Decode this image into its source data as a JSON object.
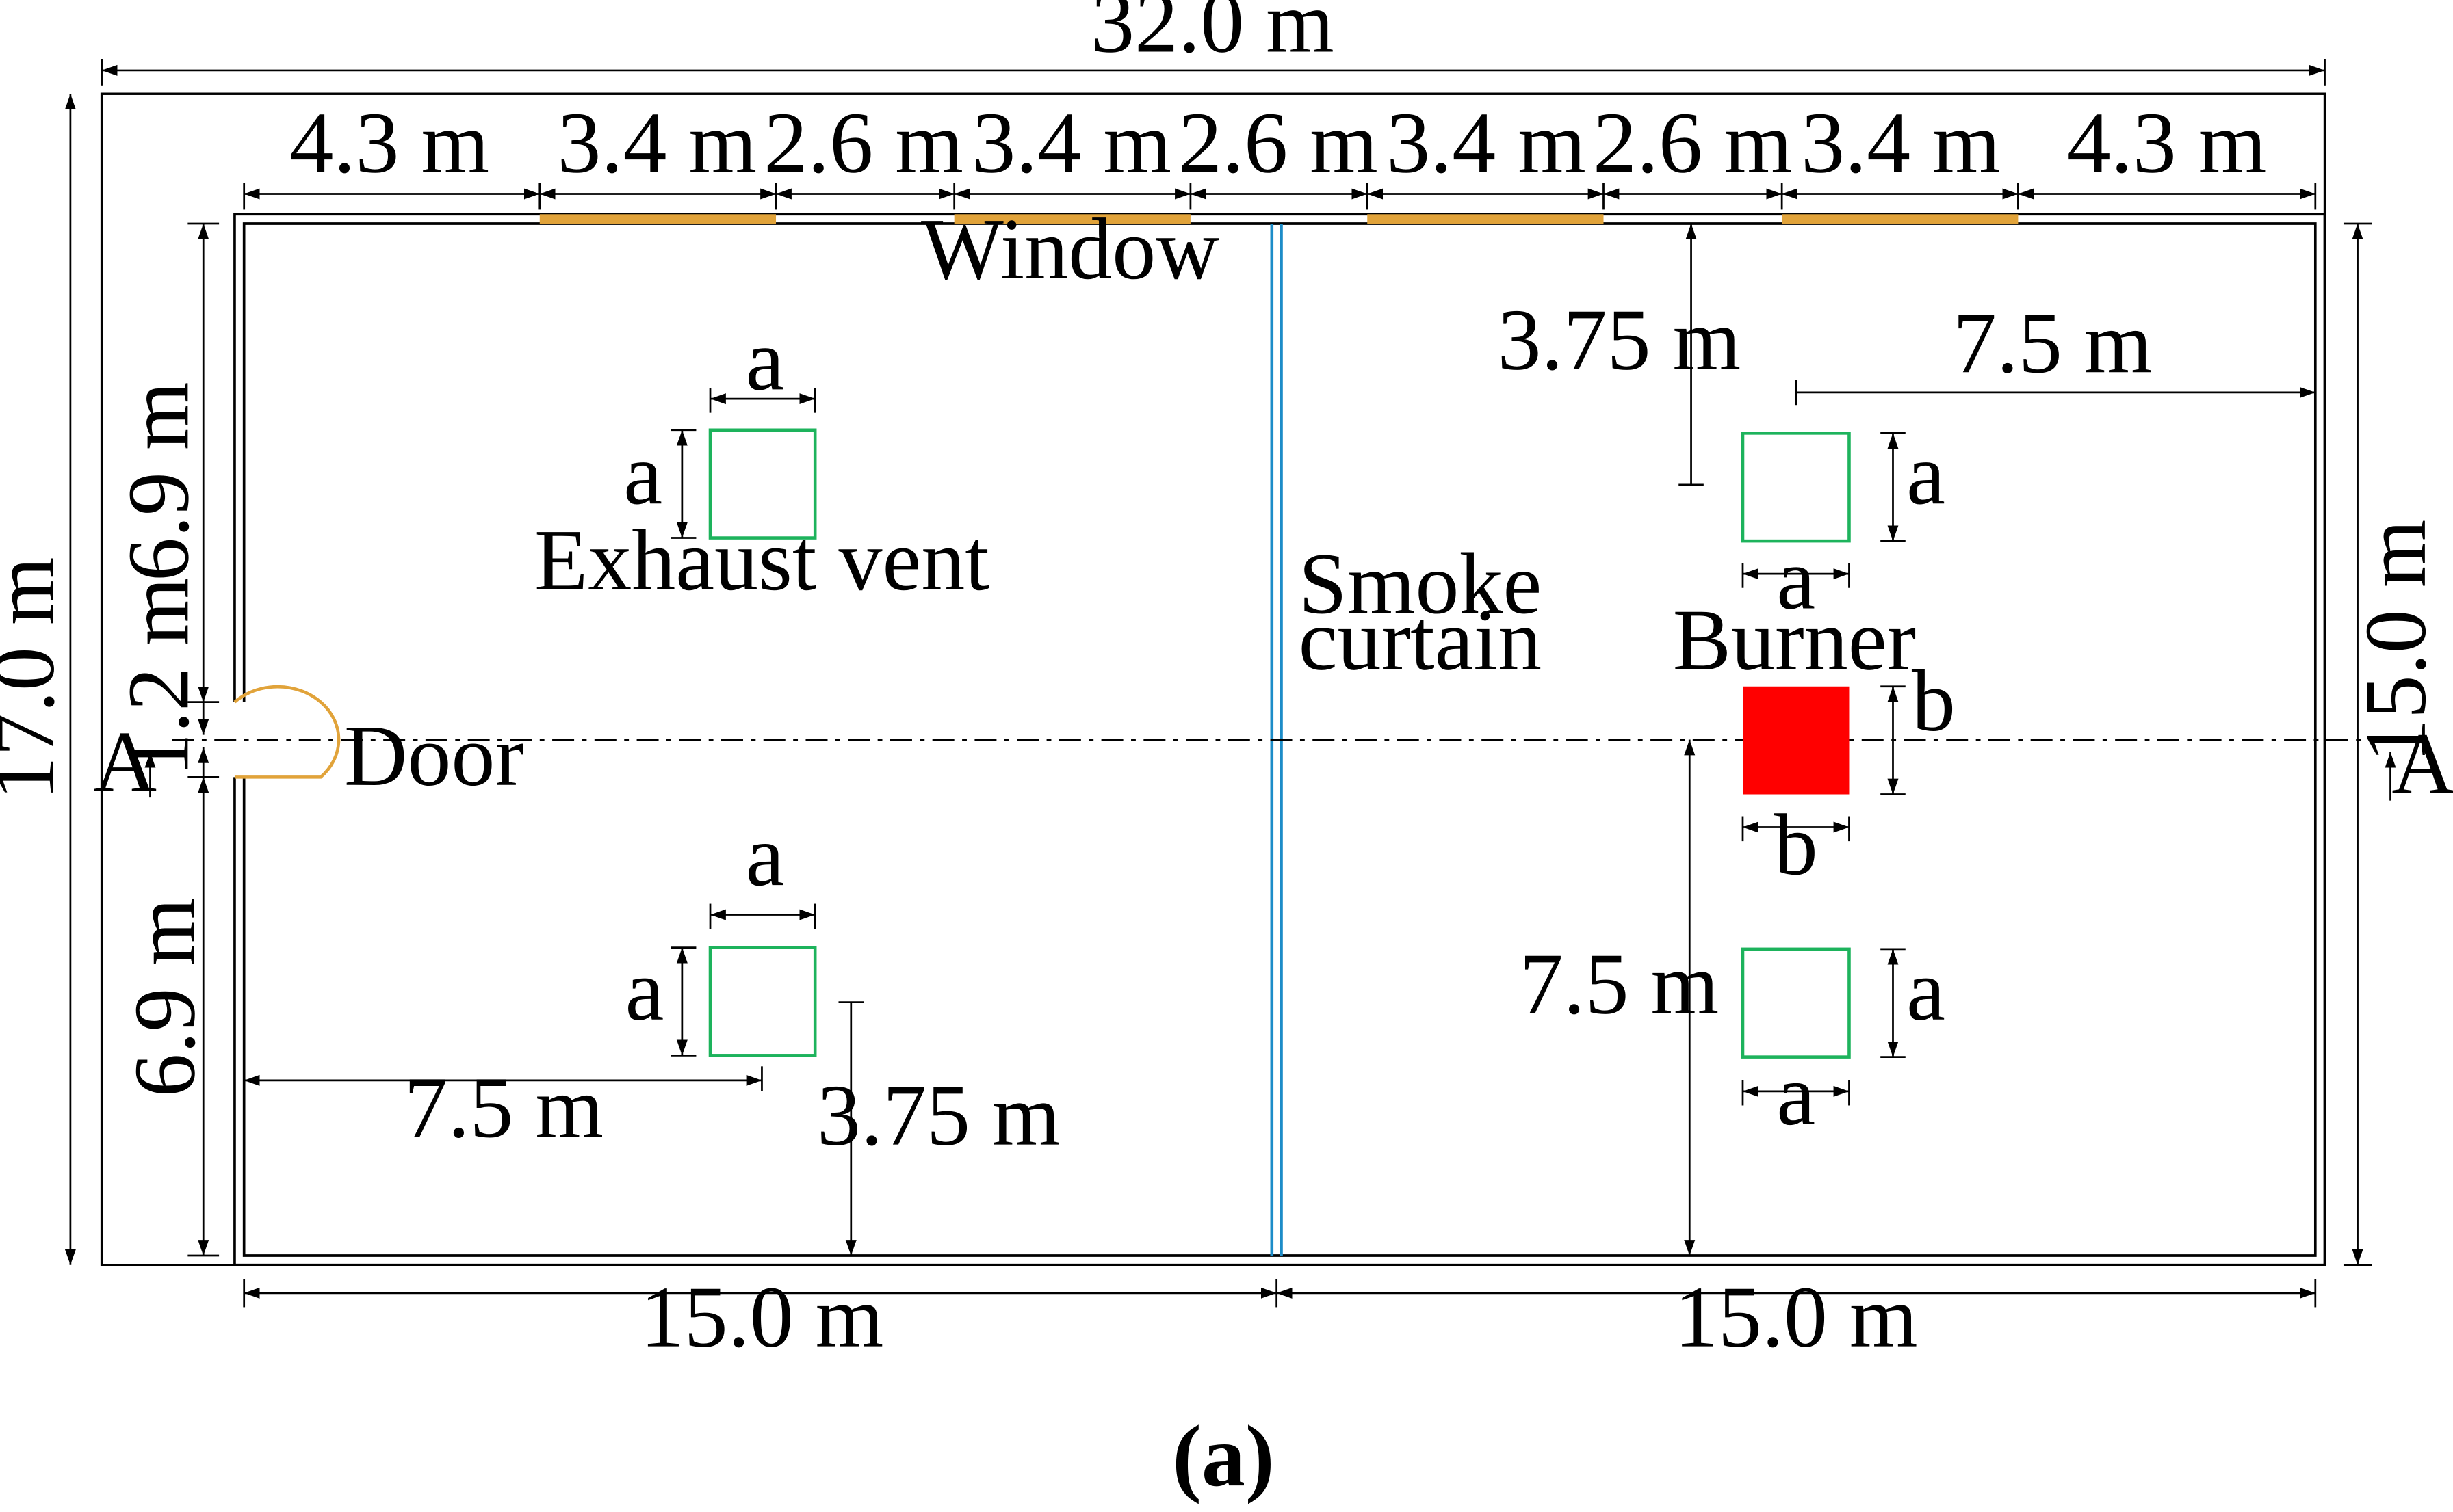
{
  "colors": {
    "wall": "#000000",
    "window": "#E1A33A",
    "door": "#E1A33A",
    "smoke_curtain": "#1C8CC8",
    "exhaust_vent": "#1DB35C",
    "burner": "#FF0000"
  },
  "dimensions": {
    "total_length": "32.0 m",
    "total_width": "17.0 m",
    "room_width": "15.0 m",
    "top_segments": [
      "4.3 m",
      "3.4 m",
      "2.6 m",
      "3.4 m",
      "2.6 m",
      "3.4 m",
      "2.6 m",
      "3.4 m",
      "4.3 m"
    ],
    "left_upper": "6.9 m",
    "door_width": "1.2 m",
    "left_lower": "6.9 m",
    "bottom_left": "15.0 m",
    "bottom_right": "15.0 m",
    "vent_to_top_wall": "3.75 m",
    "vent_to_right_wall": "7.5 m",
    "vent_to_left_wall": "7.5 m",
    "vent_to_bottom_wall": "3.75 m",
    "burner_to_bottom_wall": "7.5 m",
    "vent_side": "a",
    "burner_side": "b"
  },
  "labels": {
    "window": "Window",
    "exhaust_vent": "Exhaust vent",
    "smoke_curtain_line1": "Smoke",
    "smoke_curtain_line2": "curtain",
    "burner": "Burner",
    "door": "Door",
    "section_left": "A",
    "section_right": "A",
    "caption": "(a)"
  }
}
